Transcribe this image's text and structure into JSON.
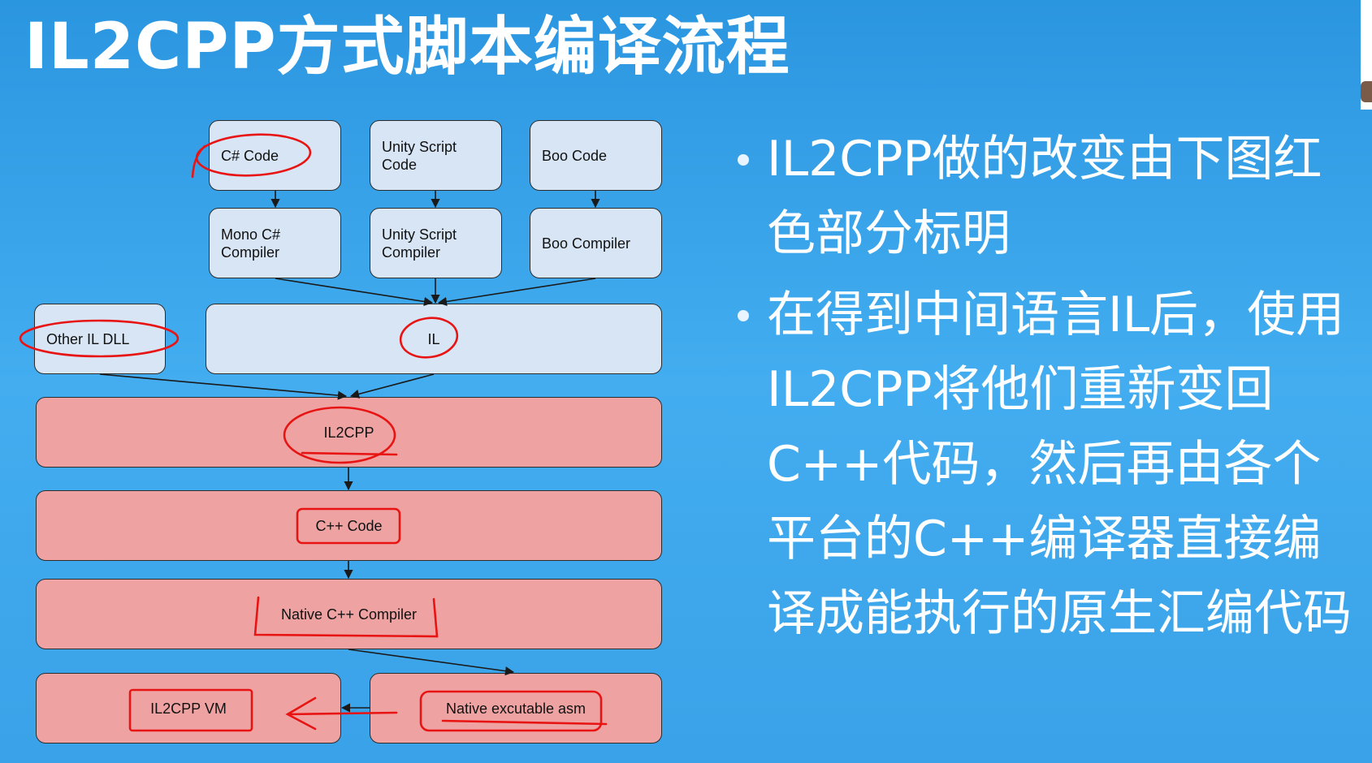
{
  "title": "IL2CPP方式脚本编译流程",
  "diagram": {
    "csharp_code": "C# Code",
    "unity_script_code": "Unity Script\nCode",
    "boo_code": "Boo Code",
    "mono_compiler": "Mono C#\nCompiler",
    "unity_script_compiler": "Unity Script\nCompiler",
    "boo_compiler": "Boo Compiler",
    "other_il_dll": "Other IL DLL",
    "il": "IL",
    "il2cpp": "IL2CPP",
    "cpp_code": "C++ Code",
    "native_cpp_compiler": "Native C++ Compiler",
    "il2cpp_vm": "IL2CPP VM",
    "native_asm": "Native excutable asm"
  },
  "colors": {
    "background": "#3aa2e8",
    "box_blue": "#d8e5f4",
    "box_red": "#eea3a2",
    "annotation": "#e81414",
    "text_white": "#ffffff"
  },
  "bullets": [
    "IL2CPP做的改变由下图红色部分标明",
    "在得到中间语言IL后，使用IL2CPP将他们重新变回C++代码，然后再由各个平台的C++编译器直接编译成能执行的原生汇编代码"
  ]
}
